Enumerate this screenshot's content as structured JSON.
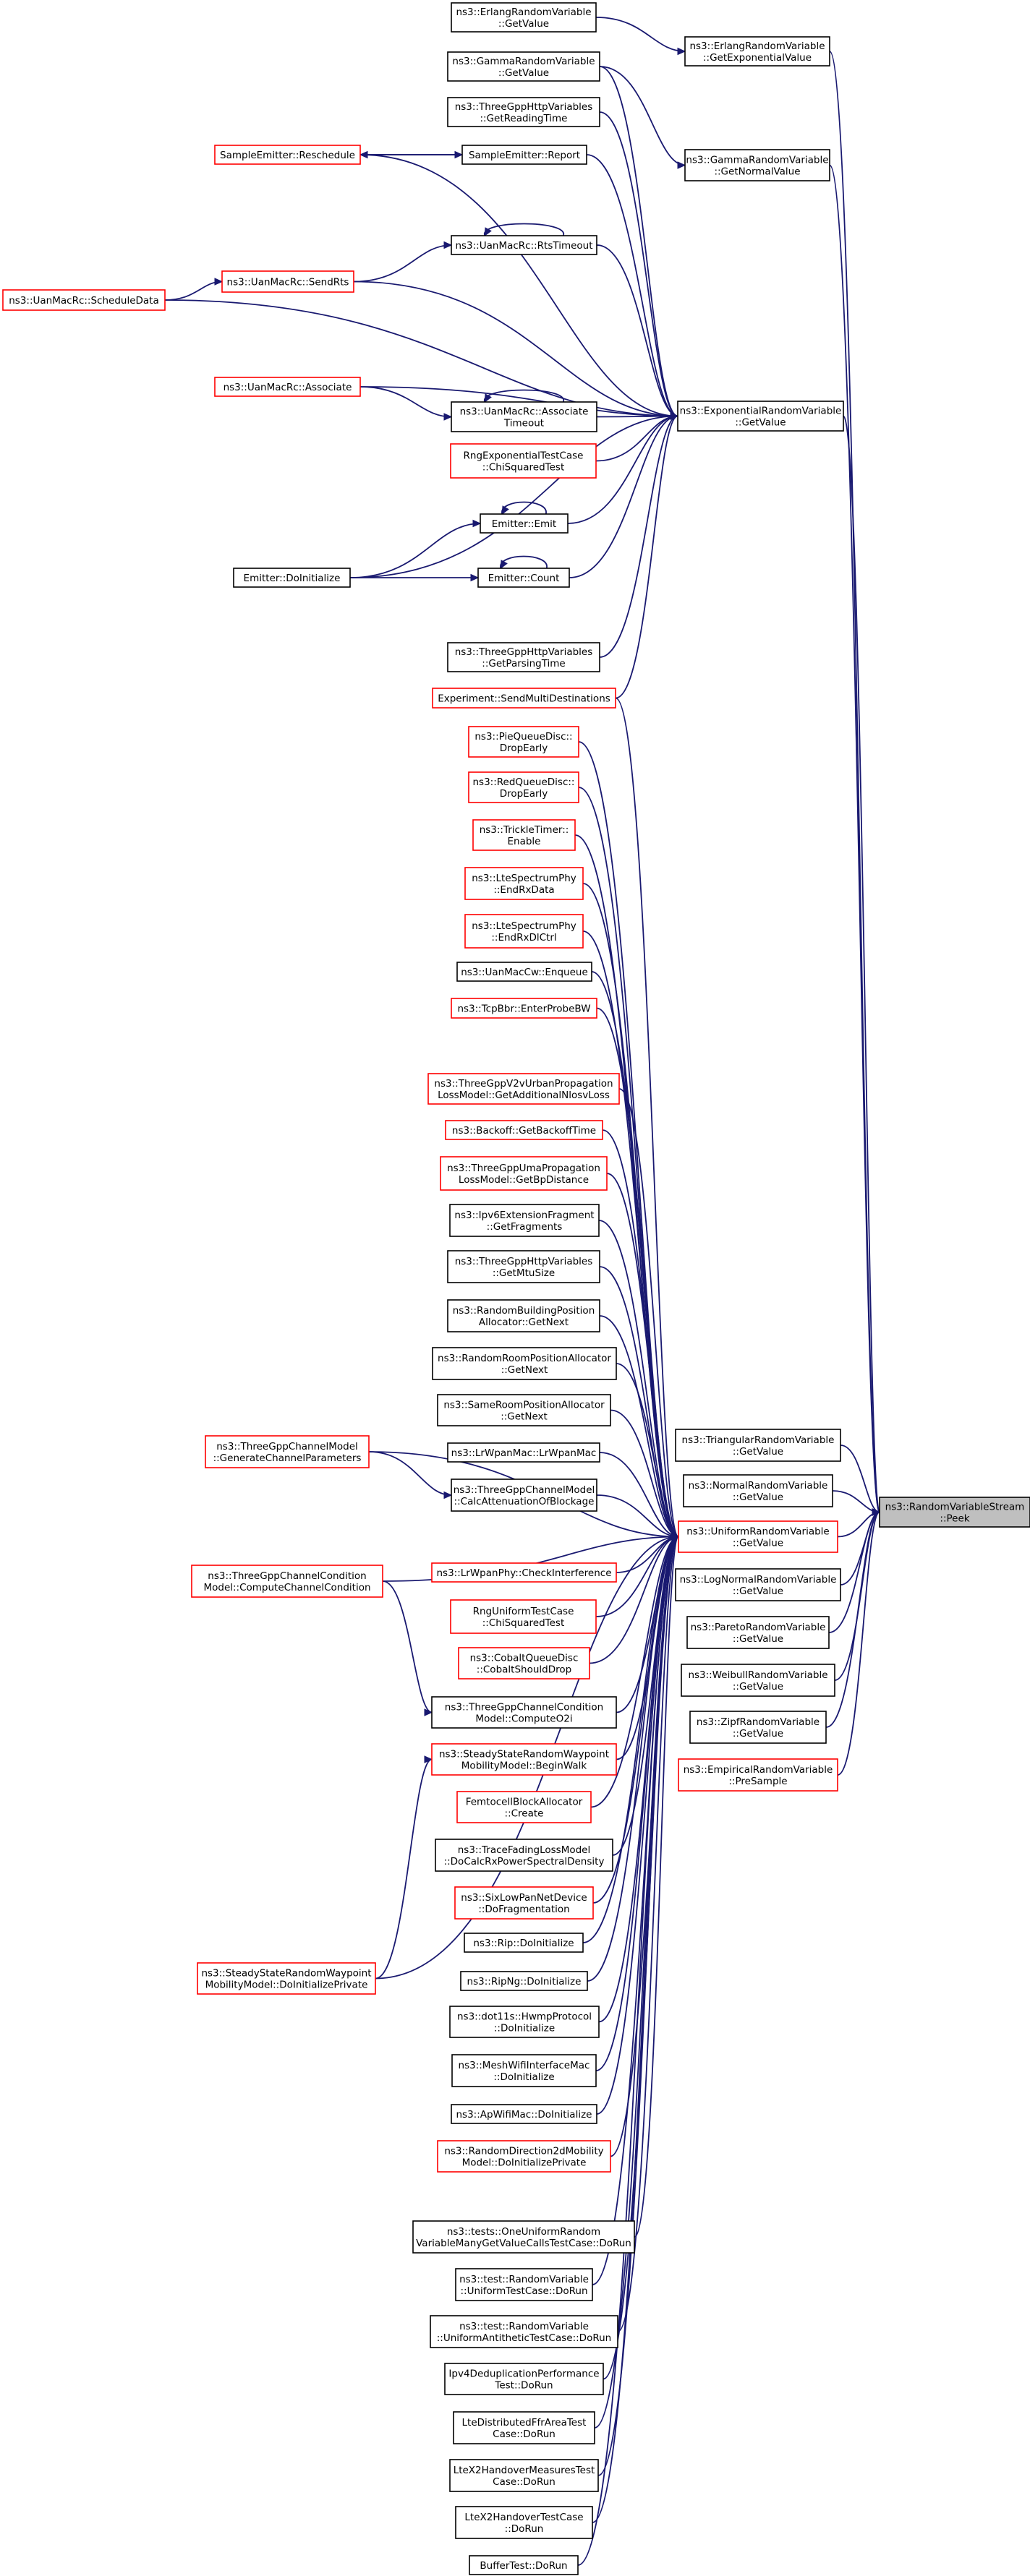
{
  "graph": {
    "title": "",
    "focus": "peek",
    "colors": {
      "edge": "#191970",
      "border_default": "#000000",
      "border_truncated": "#ff0000",
      "focus_fill": "#bfbfbf",
      "background": "#ffffff"
    },
    "nodes": [
      {
        "id": "peek",
        "lines": [
          "ns3::RandomVariableStream",
          "::Peek"
        ],
        "style": "focus"
      },
      {
        "id": "erlang_getvalue",
        "lines": [
          "ns3::ErlangRandomVariable",
          "::GetValue"
        ],
        "style": "black"
      },
      {
        "id": "erlang_getexp",
        "lines": [
          "ns3::ErlangRandomVariable",
          "::GetExponentialValue"
        ],
        "style": "black"
      },
      {
        "id": "gamma_getvalue",
        "lines": [
          "ns3::GammaRandomVariable",
          "::GetValue"
        ],
        "style": "black"
      },
      {
        "id": "gamma_getnormal",
        "lines": [
          "ns3::GammaRandomVariable",
          "::GetNormalValue"
        ],
        "style": "black"
      },
      {
        "id": "http_readingtime",
        "lines": [
          "ns3::ThreeGppHttpVariables",
          "::GetReadingTime"
        ],
        "style": "black"
      },
      {
        "id": "sample_reschedule",
        "lines": [
          "SampleEmitter::Reschedule"
        ],
        "style": "red"
      },
      {
        "id": "sample_report",
        "lines": [
          "SampleEmitter::Report"
        ],
        "style": "black"
      },
      {
        "id": "uan_rtstimeout",
        "lines": [
          "ns3::UanMacRc::RtsTimeout"
        ],
        "style": "black"
      },
      {
        "id": "uan_scheduledata",
        "lines": [
          "ns3::UanMacRc::ScheduleData"
        ],
        "style": "red"
      },
      {
        "id": "uan_sendrts",
        "lines": [
          "ns3::UanMacRc::SendRts"
        ],
        "style": "red"
      },
      {
        "id": "exp_getvalue",
        "lines": [
          "ns3::ExponentialRandomVariable",
          "::GetValue"
        ],
        "style": "black"
      },
      {
        "id": "uan_associate",
        "lines": [
          "ns3::UanMacRc::Associate"
        ],
        "style": "red"
      },
      {
        "id": "uan_assoc_timeout",
        "lines": [
          "ns3::UanMacRc::Associate",
          "Timeout"
        ],
        "style": "black"
      },
      {
        "id": "rng_exp_chisq",
        "lines": [
          "RngExponentialTestCase",
          "::ChiSquaredTest"
        ],
        "style": "red"
      },
      {
        "id": "emitter_emit",
        "lines": [
          "Emitter::Emit"
        ],
        "style": "black"
      },
      {
        "id": "emitter_doinit",
        "lines": [
          "Emitter::DoInitialize"
        ],
        "style": "black"
      },
      {
        "id": "emitter_count",
        "lines": [
          "Emitter::Count"
        ],
        "style": "black"
      },
      {
        "id": "http_parsingtime",
        "lines": [
          "ns3::ThreeGppHttpVariables",
          "::GetParsingTime"
        ],
        "style": "black"
      },
      {
        "id": "exp_sendmulti",
        "lines": [
          "Experiment::SendMultiDestinations"
        ],
        "style": "red"
      },
      {
        "id": "pie_dropearly",
        "lines": [
          "ns3::PieQueueDisc::",
          "DropEarly"
        ],
        "style": "red"
      },
      {
        "id": "red_dropearly",
        "lines": [
          "ns3::RedQueueDisc::",
          "DropEarly"
        ],
        "style": "red"
      },
      {
        "id": "trickle_enable",
        "lines": [
          "ns3::TrickleTimer::",
          "Enable"
        ],
        "style": "red"
      },
      {
        "id": "lte_endrxdata",
        "lines": [
          "ns3::LteSpectrumPhy",
          "::EndRxData"
        ],
        "style": "red"
      },
      {
        "id": "lte_endrxdlctrl",
        "lines": [
          "ns3::LteSpectrumPhy",
          "::EndRxDlCtrl"
        ],
        "style": "red"
      },
      {
        "id": "uancw_enqueue",
        "lines": [
          "ns3::UanMacCw::Enqueue"
        ],
        "style": "black"
      },
      {
        "id": "tcpbbr_probebw",
        "lines": [
          "ns3::TcpBbr::EnterProbeBW"
        ],
        "style": "red"
      },
      {
        "id": "v2v_nlosv",
        "lines": [
          "ns3::ThreeGppV2vUrbanPropagation",
          "LossModel::GetAdditionalNlosvLoss"
        ],
        "style": "red"
      },
      {
        "id": "backoff_time",
        "lines": [
          "ns3::Backoff::GetBackoffTime"
        ],
        "style": "red"
      },
      {
        "id": "uma_bpdistance",
        "lines": [
          "ns3::ThreeGppUmaPropagation",
          "LossModel::GetBpDistance"
        ],
        "style": "red"
      },
      {
        "id": "ipv6_getfragments",
        "lines": [
          "ns3::Ipv6ExtensionFragment",
          "::GetFragments"
        ],
        "style": "black"
      },
      {
        "id": "http_mtusize",
        "lines": [
          "ns3::ThreeGppHttpVariables",
          "::GetMtuSize"
        ],
        "style": "black"
      },
      {
        "id": "building_getnext",
        "lines": [
          "ns3::RandomBuildingPosition",
          "Allocator::GetNext"
        ],
        "style": "black"
      },
      {
        "id": "room_getnext",
        "lines": [
          "ns3::RandomRoomPositionAllocator",
          "::GetNext"
        ],
        "style": "black"
      },
      {
        "id": "sameroom_getnext",
        "lines": [
          "ns3::SameRoomPositionAllocator",
          "::GetNext"
        ],
        "style": "black"
      },
      {
        "id": "lrwpanmac",
        "lines": [
          "ns3::LrWpanMac::LrWpanMac"
        ],
        "style": "black"
      },
      {
        "id": "gen_channel_params",
        "lines": [
          "ns3::ThreeGppChannelModel",
          "::GenerateChannelParameters"
        ],
        "style": "red"
      },
      {
        "id": "calc_blockage",
        "lines": [
          "ns3::ThreeGppChannelModel",
          "::CalcAttenuationOfBlockage"
        ],
        "style": "black"
      },
      {
        "id": "uniform_getvalue",
        "lines": [
          "ns3::UniformRandomVariable",
          "::GetValue"
        ],
        "style": "red"
      },
      {
        "id": "lrwpanphy_cca",
        "lines": [
          "ns3::LrWpanPhy::CheckInterference"
        ],
        "style": "red"
      },
      {
        "id": "compute_channel_cond",
        "lines": [
          "ns3::ThreeGppChannelCondition",
          "Model::ComputeChannelCondition"
        ],
        "style": "red"
      },
      {
        "id": "rng_uniform_chisq",
        "lines": [
          "RngUniformTestCase",
          "::ChiSquaredTest"
        ],
        "style": "red"
      },
      {
        "id": "cobalt_shoulddrop",
        "lines": [
          "ns3::CobaltQueueDisc",
          "::CobaltShouldDrop"
        ],
        "style": "red"
      },
      {
        "id": "compute_o2i",
        "lines": [
          "ns3::ThreeGppChannelCondition",
          "Model::ComputeO2i"
        ],
        "style": "black"
      },
      {
        "id": "steady_beginwalk",
        "lines": [
          "ns3::SteadyStateRandomWaypoint",
          "MobilityModel::BeginWalk"
        ],
        "style": "red"
      },
      {
        "id": "femtocell_create",
        "lines": [
          "FemtocellBlockAllocator",
          "::Create"
        ],
        "style": "red"
      },
      {
        "id": "steady_doinitprivate",
        "lines": [
          "ns3::SteadyStateRandomWaypoint",
          "MobilityModel::DoInitializePrivate"
        ],
        "style": "red"
      },
      {
        "id": "tracefading",
        "lines": [
          "ns3::TraceFadingLossModel",
          "::DoCalcRxPowerSpectralDensity"
        ],
        "style": "black"
      },
      {
        "id": "sixlowpan_frag",
        "lines": [
          "ns3::SixLowPanNetDevice",
          "::DoFragmentation"
        ],
        "style": "red"
      },
      {
        "id": "rip_doinit",
        "lines": [
          "ns3::Rip::DoInitialize"
        ],
        "style": "black"
      },
      {
        "id": "ripng_doinit",
        "lines": [
          "ns3::RipNg::DoInitialize"
        ],
        "style": "black"
      },
      {
        "id": "dot11s_hwmp",
        "lines": [
          "ns3::dot11s::HwmpProtocol",
          "::DoInitialize"
        ],
        "style": "black"
      },
      {
        "id": "meshwifi_doinit",
        "lines": [
          "ns3::MeshWifiInterfaceMac",
          "::DoInitialize"
        ],
        "style": "black"
      },
      {
        "id": "apwifimac_doinit",
        "lines": [
          "ns3::ApWifiMac::DoInitialize"
        ],
        "style": "black"
      },
      {
        "id": "randdir2d_doinit",
        "lines": [
          "ns3::RandomDirection2dMobility",
          "Model::DoInitializePrivate"
        ],
        "style": "red"
      },
      {
        "id": "tests_oneuniform",
        "lines": [
          "ns3::tests::OneUniformRandom",
          "VariableManyGetValueCallsTestCase::DoRun"
        ],
        "style": "black"
      },
      {
        "id": "test_uniform_dorun",
        "lines": [
          "ns3::test::RandomVariable",
          "::UniformTestCase::DoRun"
        ],
        "style": "black"
      },
      {
        "id": "test_uniform_anti",
        "lines": [
          "ns3::test::RandomVariable",
          "::UniformAntitheticTestCase::DoRun"
        ],
        "style": "black"
      },
      {
        "id": "ipv4_dedup",
        "lines": [
          "Ipv4DeduplicationPerformance",
          "Test::DoRun"
        ],
        "style": "black"
      },
      {
        "id": "lte_distffr",
        "lines": [
          "LteDistributedFfrAreaTest",
          "Case::DoRun"
        ],
        "style": "black"
      },
      {
        "id": "ltex2_measures",
        "lines": [
          "LteX2HandoverMeasuresTest",
          "Case::DoRun"
        ],
        "style": "black"
      },
      {
        "id": "ltex2_handover",
        "lines": [
          "LteX2HandoverTestCase",
          "::DoRun"
        ],
        "style": "black"
      },
      {
        "id": "buffertest",
        "lines": [
          "BufferTest::DoRun"
        ],
        "style": "black"
      },
      {
        "id": "triangular_getvalue",
        "lines": [
          "ns3::TriangularRandomVariable",
          "::GetValue"
        ],
        "style": "black"
      },
      {
        "id": "normal_getvalue",
        "lines": [
          "ns3::NormalRandomVariable",
          "::GetValue"
        ],
        "style": "black"
      },
      {
        "id": "lognormal_getvalue",
        "lines": [
          "ns3::LogNormalRandomVariable",
          "::GetValue"
        ],
        "style": "black"
      },
      {
        "id": "pareto_getvalue",
        "lines": [
          "ns3::ParetoRandomVariable",
          "::GetValue"
        ],
        "style": "black"
      },
      {
        "id": "weibull_getvalue",
        "lines": [
          "ns3::WeibullRandomVariable",
          "::GetValue"
        ],
        "style": "black"
      },
      {
        "id": "zipf_getvalue",
        "lines": [
          "ns3::ZipfRandomVariable",
          "::GetValue"
        ],
        "style": "black"
      },
      {
        "id": "empirical_presample",
        "lines": [
          "ns3::EmpiricalRandomVariable",
          "::PreSample"
        ],
        "style": "red"
      }
    ],
    "edges": [
      [
        "erlang_getvalue",
        "erlang_getexp"
      ],
      [
        "erlang_getexp",
        "peek"
      ],
      [
        "gamma_getvalue",
        "gamma_getnormal"
      ],
      [
        "gamma_getnormal",
        "peek"
      ],
      [
        "gamma_getvalue",
        "exp_getvalue"
      ],
      [
        "sample_report",
        "sample_reschedule"
      ],
      [
        "sample_reschedule",
        "sample_report"
      ],
      [
        "sample_reschedule",
        "exp_getvalue"
      ],
      [
        "sample_report",
        "exp_getvalue"
      ],
      [
        "http_readingtime",
        "exp_getvalue"
      ],
      [
        "uan_rtstimeout",
        "uan_rtstimeout"
      ],
      [
        "uan_rtstimeout",
        "exp_getvalue"
      ],
      [
        "uan_scheduledata",
        "uan_sendrts"
      ],
      [
        "uan_sendrts",
        "uan_rtstimeout"
      ],
      [
        "uan_sendrts",
        "exp_getvalue"
      ],
      [
        "uan_scheduledata",
        "exp_getvalue"
      ],
      [
        "uan_associate",
        "uan_assoc_timeout"
      ],
      [
        "uan_associate",
        "exp_getvalue"
      ],
      [
        "uan_assoc_timeout",
        "uan_assoc_timeout"
      ],
      [
        "uan_assoc_timeout",
        "exp_getvalue"
      ],
      [
        "rng_exp_chisq",
        "exp_getvalue"
      ],
      [
        "emitter_doinit",
        "emitter_emit"
      ],
      [
        "emitter_emit",
        "emitter_emit"
      ],
      [
        "emitter_emit",
        "exp_getvalue"
      ],
      [
        "emitter_doinit",
        "emitter_count"
      ],
      [
        "emitter_count",
        "emitter_count"
      ],
      [
        "emitter_count",
        "exp_getvalue"
      ],
      [
        "emitter_doinit",
        "exp_getvalue"
      ],
      [
        "http_parsingtime",
        "exp_getvalue"
      ],
      [
        "exp_sendmulti",
        "exp_getvalue"
      ],
      [
        "exp_getvalue",
        "peek"
      ],
      [
        "exp_sendmulti",
        "uniform_getvalue"
      ],
      [
        "pie_dropearly",
        "uniform_getvalue"
      ],
      [
        "red_dropearly",
        "uniform_getvalue"
      ],
      [
        "trickle_enable",
        "uniform_getvalue"
      ],
      [
        "lte_endrxdata",
        "uniform_getvalue"
      ],
      [
        "lte_endrxdlctrl",
        "uniform_getvalue"
      ],
      [
        "uancw_enqueue",
        "uniform_getvalue"
      ],
      [
        "tcpbbr_probebw",
        "uniform_getvalue"
      ],
      [
        "gen_channel_params",
        "uniform_getvalue"
      ],
      [
        "v2v_nlosv",
        "uniform_getvalue"
      ],
      [
        "backoff_time",
        "uniform_getvalue"
      ],
      [
        "uma_bpdistance",
        "uniform_getvalue"
      ],
      [
        "ipv6_getfragments",
        "uniform_getvalue"
      ],
      [
        "http_mtusize",
        "uniform_getvalue"
      ],
      [
        "building_getnext",
        "uniform_getvalue"
      ],
      [
        "room_getnext",
        "uniform_getvalue"
      ],
      [
        "sameroom_getnext",
        "uniform_getvalue"
      ],
      [
        "lrwpanmac",
        "uniform_getvalue"
      ],
      [
        "gen_channel_params",
        "calc_blockage"
      ],
      [
        "calc_blockage",
        "uniform_getvalue"
      ],
      [
        "compute_channel_cond",
        "uniform_getvalue"
      ],
      [
        "lrwpanphy_cca",
        "uniform_getvalue"
      ],
      [
        "rng_uniform_chisq",
        "uniform_getvalue"
      ],
      [
        "cobalt_shoulddrop",
        "uniform_getvalue"
      ],
      [
        "compute_channel_cond",
        "compute_o2i"
      ],
      [
        "compute_o2i",
        "uniform_getvalue"
      ],
      [
        "steady_doinitprivate",
        "steady_beginwalk"
      ],
      [
        "steady_beginwalk",
        "uniform_getvalue"
      ],
      [
        "steady_doinitprivate",
        "uniform_getvalue"
      ],
      [
        "femtocell_create",
        "uniform_getvalue"
      ],
      [
        "tracefading",
        "uniform_getvalue"
      ],
      [
        "sixlowpan_frag",
        "uniform_getvalue"
      ],
      [
        "rip_doinit",
        "uniform_getvalue"
      ],
      [
        "ripng_doinit",
        "uniform_getvalue"
      ],
      [
        "dot11s_hwmp",
        "uniform_getvalue"
      ],
      [
        "meshwifi_doinit",
        "uniform_getvalue"
      ],
      [
        "apwifimac_doinit",
        "uniform_getvalue"
      ],
      [
        "randdir2d_doinit",
        "uniform_getvalue"
      ],
      [
        "tests_oneuniform",
        "uniform_getvalue"
      ],
      [
        "test_uniform_dorun",
        "uniform_getvalue"
      ],
      [
        "test_uniform_anti",
        "uniform_getvalue"
      ],
      [
        "ipv4_dedup",
        "uniform_getvalue"
      ],
      [
        "lte_distffr",
        "uniform_getvalue"
      ],
      [
        "ltex2_measures",
        "uniform_getvalue"
      ],
      [
        "ltex2_handover",
        "uniform_getvalue"
      ],
      [
        "buffertest",
        "uniform_getvalue"
      ],
      [
        "uniform_getvalue",
        "peek"
      ],
      [
        "triangular_getvalue",
        "peek"
      ],
      [
        "normal_getvalue",
        "peek"
      ],
      [
        "lognormal_getvalue",
        "peek"
      ],
      [
        "pareto_getvalue",
        "peek"
      ],
      [
        "weibull_getvalue",
        "peek"
      ],
      [
        "zipf_getvalue",
        "peek"
      ],
      [
        "empirical_presample",
        "peek"
      ]
    ]
  }
}
